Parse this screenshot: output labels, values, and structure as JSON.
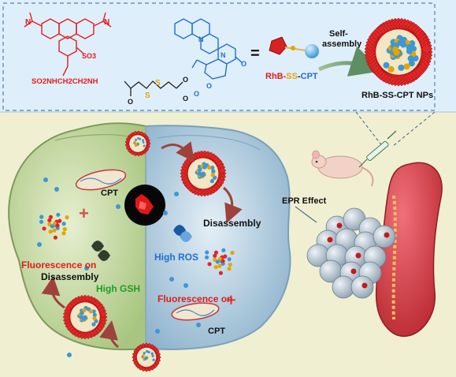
{
  "colors": {
    "red": "#e11d1d",
    "green": "#1f9e1f",
    "blue": "#1f6fd1",
    "black": "#111111",
    "panel": "#dfeefb",
    "cell_left": "#c8dca6",
    "cell_right": "#bcd6e6",
    "background": "#f1efd2"
  },
  "structure": {
    "rhb_groups": {
      "left": "N",
      "right": "N",
      "sulfonate": "SO3"
    },
    "rhb_linker": "SO2NHCH2CH2NH",
    "linker_atoms": {
      "o_carbonyl": "O",
      "s1": "S",
      "s2": "S",
      "o_ester": "O",
      "o_ester2": "O"
    },
    "cpt_atoms": {
      "n1": "N",
      "n2": "N",
      "o_lactam": "O",
      "o_lactone": "O",
      "o_ring": "O"
    }
  },
  "scheme": {
    "equals": "=",
    "legend": {
      "rhb": "RhB-",
      "ss": "SS",
      "dash": "-",
      "cpt": "CPT"
    },
    "self_assembly": [
      "Self-",
      "assembly"
    ],
    "nps_label": "RhB-SS-CPT NPs"
  },
  "labels": {
    "epr": "EPR Effect",
    "cpt_top": "CPT",
    "cpt_bottom": "CPT",
    "disassembly_right": "Disassembly",
    "high_ros": "High ROS",
    "fluor_left": "Fluorescence on",
    "disassembly_left": "Disassembly",
    "high_gsh": "High GSH",
    "fluor_right": "Fluorescence on",
    "plus": "+"
  }
}
